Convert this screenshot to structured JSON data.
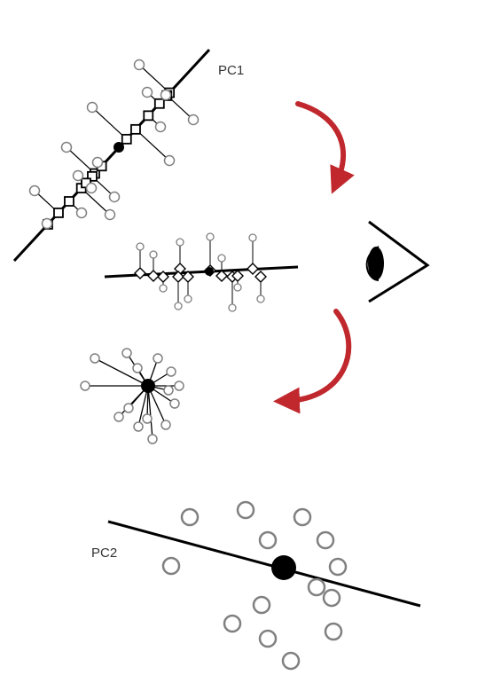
{
  "labels": {
    "pc1": "PC1",
    "pc2": "PC2"
  },
  "colors": {
    "stroke": "#000000",
    "point_stroke": "#808080",
    "arrow": "#c0282d",
    "background": "#ffffff"
  },
  "icons": {
    "eye": "eye-icon",
    "arrow": "curved-arrow"
  }
}
